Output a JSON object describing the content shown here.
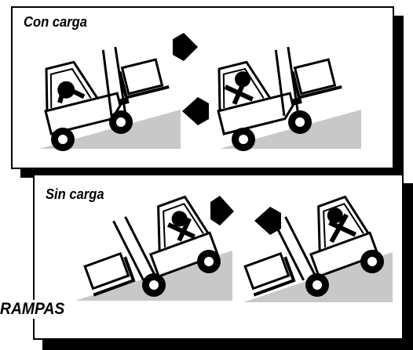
{
  "top_panel": {
    "title": "Con carga",
    "scenes": [
      {
        "direction": "forward-up",
        "arrow": "right-arrow-icon"
      },
      {
        "direction": "reverse-down",
        "arrow": "left-arrow-icon"
      }
    ]
  },
  "bottom_panel": {
    "title": "Sin carga",
    "scenes": [
      {
        "direction": "reverse-up",
        "arrow": "right-arrow-icon"
      },
      {
        "direction": "forward-down",
        "arrow": "left-arrow-icon"
      }
    ]
  },
  "section_label": "RAMPAS",
  "colors": {
    "ink": "#000000",
    "ramp": "#c8c8c8",
    "paper": "#ffffff"
  }
}
